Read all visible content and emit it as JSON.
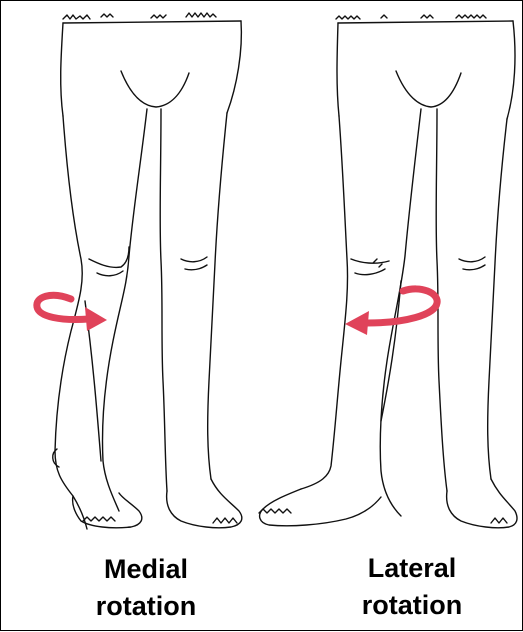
{
  "captions": {
    "medial": {
      "line1": "Medial",
      "line2": "rotation"
    },
    "lateral": {
      "line1": "Lateral",
      "line2": "rotation"
    }
  },
  "colors": {
    "arrow": "#e0435a",
    "ink": "#111111",
    "border": "#000000"
  },
  "icons": {
    "medial_arrow": "curved-arrow-clockwise-to-right",
    "lateral_arrow": "curved-arrow-to-left"
  }
}
